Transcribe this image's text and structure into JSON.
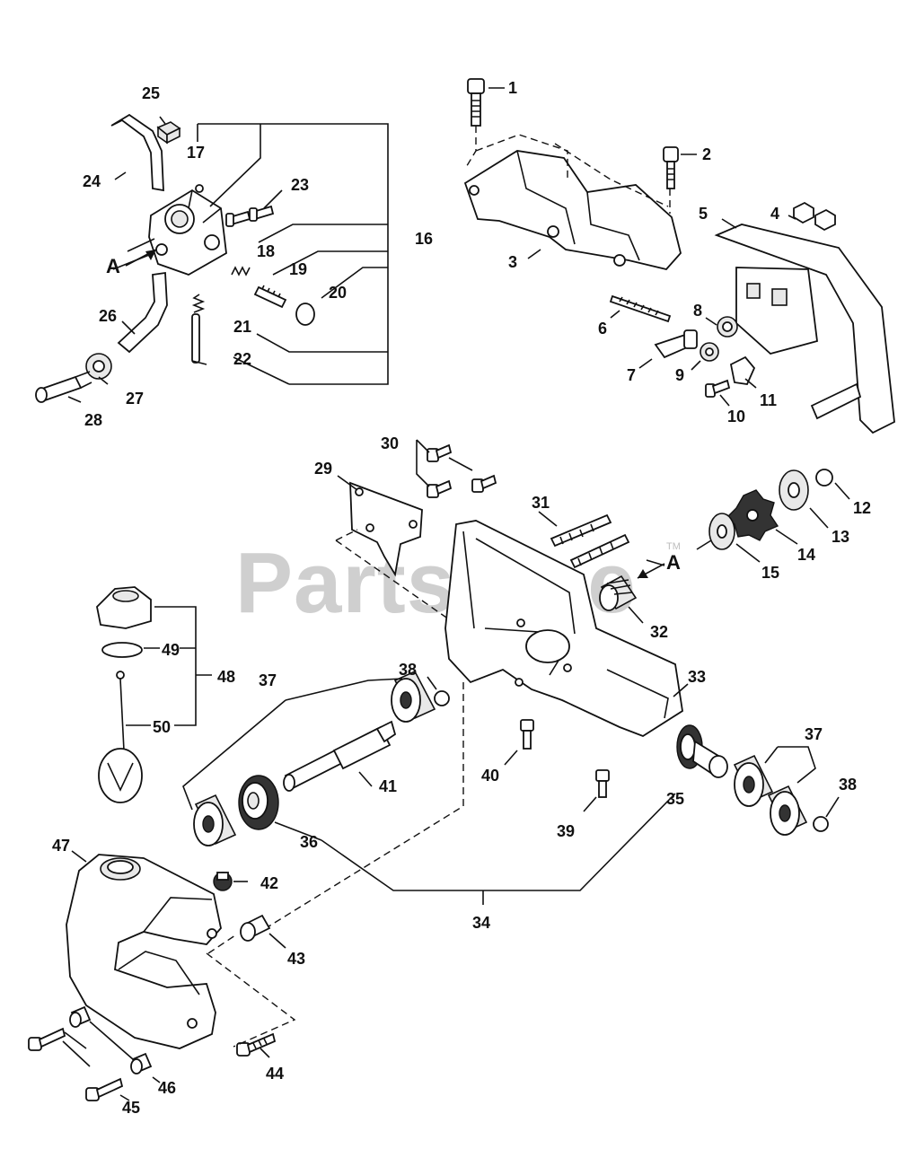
{
  "watermark": {
    "text": "PartsTree",
    "tm": "TM"
  },
  "callout_letters": {
    "left": "A",
    "right": "A"
  },
  "labels": {
    "l1": "1",
    "l2": "2",
    "l3": "3",
    "l4": "4",
    "l5": "5",
    "l6": "6",
    "l7": "7",
    "l8": "8",
    "l9": "9",
    "l10": "10",
    "l11": "11",
    "l12": "12",
    "l13": "13",
    "l14": "14",
    "l15": "15",
    "l16": "16",
    "l17": "17",
    "l18": "18",
    "l19": "19",
    "l20": "20",
    "l21": "21",
    "l22": "22",
    "l23": "23",
    "l24": "24",
    "l25": "25",
    "l26": "26",
    "l27": "27",
    "l28": "28",
    "l29": "29",
    "l30": "30",
    "l31": "31",
    "l32": "32",
    "l33": "33",
    "l34": "34",
    "l35": "35",
    "l36": "36",
    "l37a": "37",
    "l37b": "37",
    "l38a": "38",
    "l38b": "38",
    "l39": "39",
    "l40": "40",
    "l41": "41",
    "l42": "42",
    "l43": "43",
    "l44": "44",
    "l45": "45",
    "l46": "46",
    "l47": "47",
    "l48": "48",
    "l49": "49",
    "l50": "50"
  }
}
